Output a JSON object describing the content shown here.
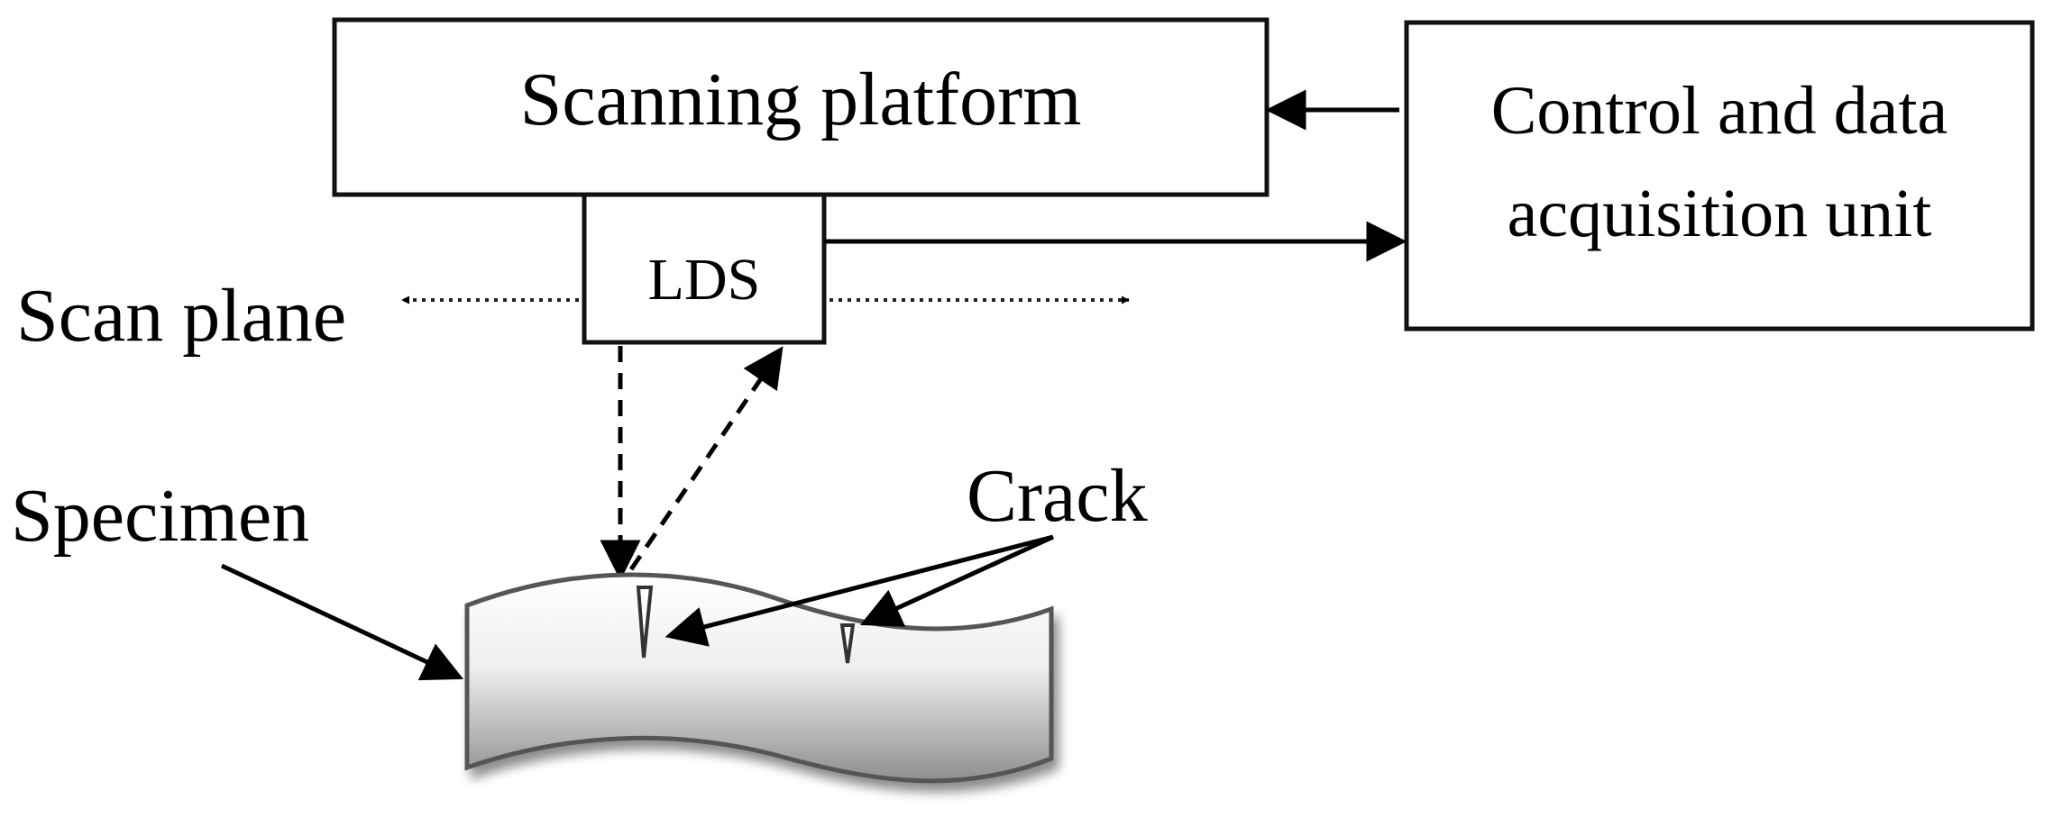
{
  "boxes": {
    "scanning_platform": "Scanning platform",
    "lds": "LDS",
    "control_unit": [
      "Control and data",
      "acquisition unit"
    ]
  },
  "labels": {
    "scan_plane": "Scan plane",
    "specimen": "Specimen",
    "crack": "Crack"
  }
}
